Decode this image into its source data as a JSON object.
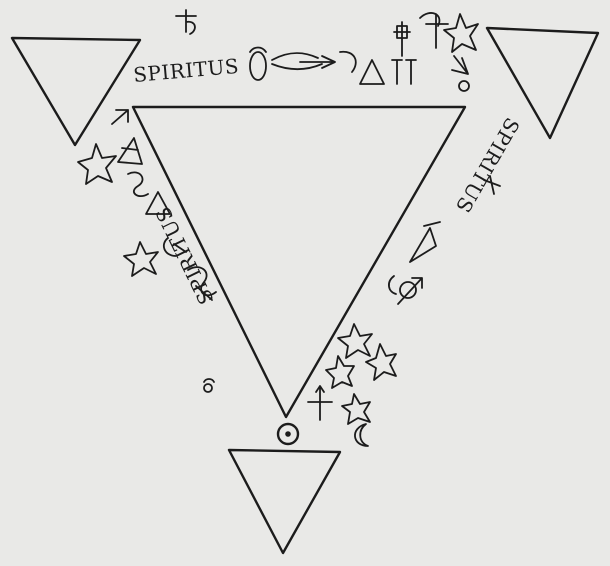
{
  "drawing": {
    "labels": {
      "top": "SPIRITUS",
      "right": "SPIRITUS",
      "left": "SPIRITUS"
    },
    "ink_color": "#1c1c1c",
    "paper_color": "#e9e9e7",
    "icons": [
      "downward-triangle-icon",
      "star-icon",
      "cross-icon",
      "arrow-icon",
      "circle-dot-icon",
      "crescent-icon",
      "mercury-icon",
      "saturn-icon",
      "alchemical-sigil-icon"
    ]
  }
}
